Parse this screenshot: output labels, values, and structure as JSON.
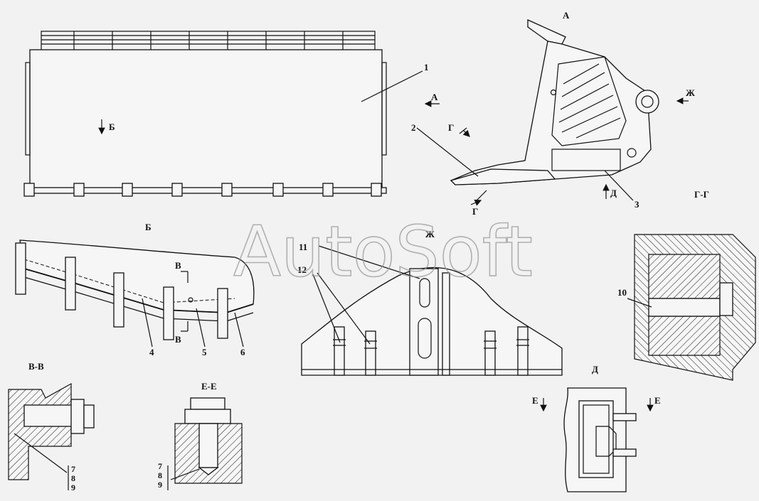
{
  "watermark": "AutoSoft",
  "views": {
    "A": "А",
    "B": "Б",
    "VV": "В-В",
    "EE": "Е-Е",
    "ZH": "Ж",
    "GG": "Г-Г",
    "D": "Д"
  },
  "markers": {
    "A": "А",
    "B": "Б",
    "V": "В",
    "G": "Г",
    "D": "Д",
    "ZH": "Ж",
    "E": "Е"
  },
  "callouts": {
    "c1": "1",
    "c2": "2",
    "c3": "3",
    "c4": "4",
    "c5": "5",
    "c6": "6",
    "c7": "7",
    "c8": "8",
    "c9": "9",
    "c10": "10",
    "c11": "11",
    "c12": "12"
  }
}
